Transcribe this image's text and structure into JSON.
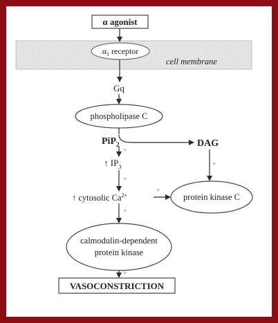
{
  "colors": {
    "border": "#8b0d14",
    "membrane_fill": "#e6e6e6",
    "line": "#2a2a2a",
    "plus": "#888888"
  },
  "nodes": {
    "alpha_agonist": "α agonist",
    "receptor": {
      "main": "α",
      "sub": "1",
      "rest": " receptor"
    },
    "cell_membrane": "cell membrane",
    "gq": "Gq",
    "phospholipase_c": "phospholipase C",
    "pip2": {
      "main": "PiP",
      "sub": "2"
    },
    "dag": "DAG",
    "ip3": {
      "arrow": "↑",
      "main": " IP",
      "sub": "3"
    },
    "cytosolic_ca": {
      "arrow": "↑",
      "main": " cytosolic Ca",
      "sup": "2+"
    },
    "protein_kinase_c": "protein kinase C",
    "calmodulin_line1": "calmodulin-dependent",
    "calmodulin_line2": "protein kinase",
    "vasoconstriction": "VASOCONSTRICTION"
  },
  "plus_sign": "+",
  "icons": {
    "arrowhead": "arrowhead-icon"
  }
}
